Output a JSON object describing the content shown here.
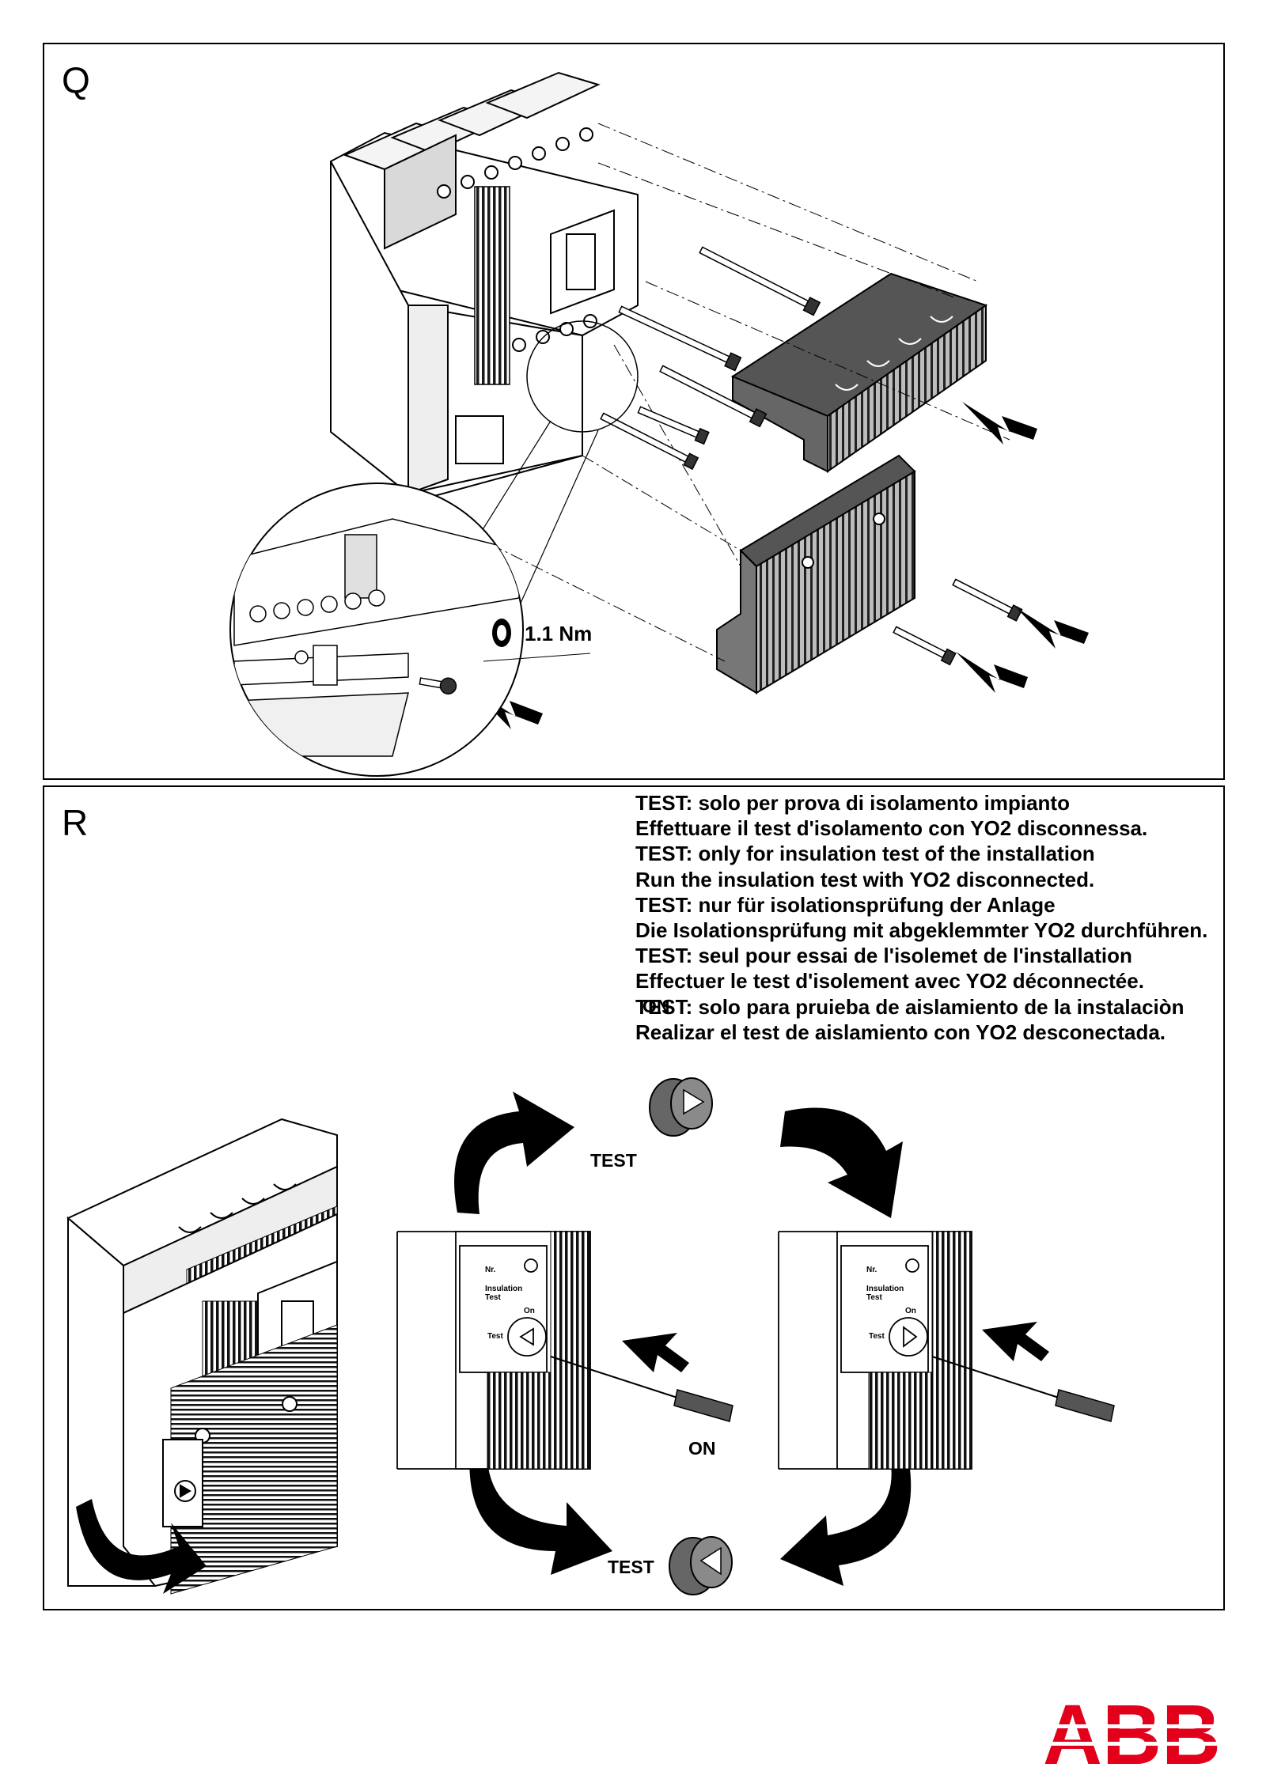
{
  "panel_q": {
    "letter": "Q",
    "torque_label": "1.1 Nm"
  },
  "panel_r": {
    "letter": "R",
    "instructions": [
      "TEST: solo per prova di isolamento impianto",
      "Effettuare il test d'isolamento con YO2 disconnessa.",
      "TEST: only for insulation test of the installation",
      "Run the insulation test with YO2 disconnected.",
      "TEST: nur für isolationsprüfung der Anlage",
      "Die Isolationsprüfung mit abgeklemmter YO2 durchführen.",
      "TEST: seul pour essai de l'isolemet de l'installation",
      "Effectuer le test d'isolement avec YO2 déconnectée.",
      "TEST: solo para pruieba de aislamiento de la instalaciòn",
      "Realizar el test de aislamiento con YO2 desconectada."
    ],
    "top_on_label": "ON",
    "top_test_label": "TEST",
    "bottom_on_label": "ON",
    "bottom_test_label": "TEST",
    "panel_labels": {
      "nr": "Nr.",
      "insulation": "Insulation",
      "test": "Test",
      "on": "On",
      "test_side": "Test"
    }
  },
  "logo": {
    "text": "ABB",
    "color": "#e2001a"
  }
}
